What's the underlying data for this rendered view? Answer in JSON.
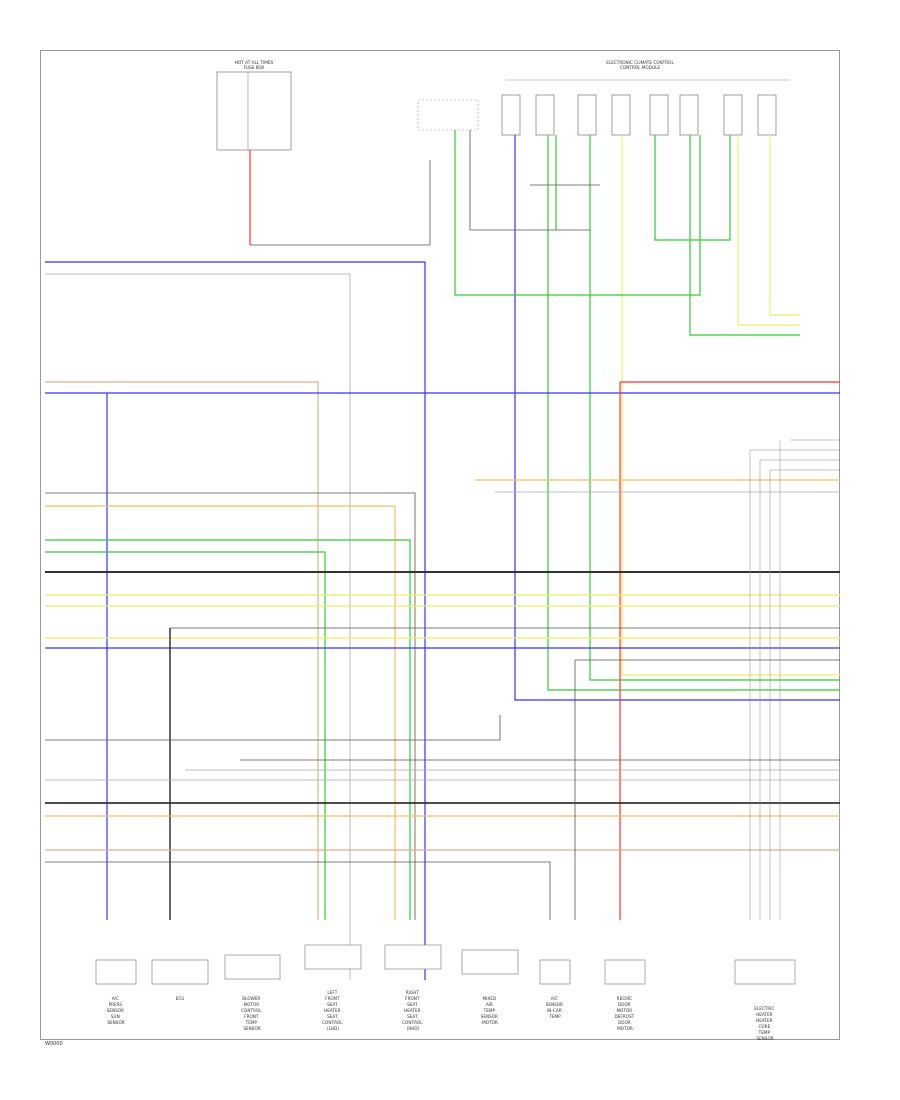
{
  "diagram": {
    "footer_code": "W0000",
    "colors": {
      "blue": "#3333ff",
      "green": "#33cc33",
      "yellow": "#eeee66",
      "orange": "#f0c060",
      "red": "#ff3333",
      "black": "#333333",
      "gray": "#aaaaaa",
      "tan": "#d9b38c"
    },
    "top_fuse_box": {
      "title": "HOT AT ALL TIMES",
      "subtitle": "FUSE BOX"
    },
    "top_right_module": {
      "title": "ELECTRONIC CLIMATE CONTROL",
      "subtitle": "CONTROL MODULE"
    },
    "bottom_components": [
      {
        "id": "c1",
        "caption": [
          "A/C",
          "PRESS",
          "SENSOR",
          "",
          "SUN",
          "SENSOR"
        ]
      },
      {
        "id": "c2",
        "caption": [
          "ECU"
        ]
      },
      {
        "id": "c3",
        "caption": [
          "BLOWER",
          "MOTOR",
          "CONTROL",
          "",
          "FRONT",
          "TEMP",
          "SENSOR"
        ]
      },
      {
        "id": "c4",
        "caption": [
          "LEFT",
          "FRONT",
          "SEAT",
          "HEATER",
          "",
          "SEAT",
          "CONTROL",
          "(LHD)"
        ]
      },
      {
        "id": "c5",
        "caption": [
          "RIGHT",
          "FRONT",
          "SEAT",
          "HEATER",
          "",
          "SEAT",
          "CONTROL",
          "(RHD)"
        ]
      },
      {
        "id": "c6",
        "caption": [
          "MIXED",
          "AIR",
          "TEMP",
          "",
          "SENSOR",
          "MOTOR"
        ]
      },
      {
        "id": "c7",
        "caption": [
          "A/C",
          "SENSOR",
          "",
          "IN-CAR",
          "TEMP"
        ]
      },
      {
        "id": "c8",
        "caption": [
          "RECIRC",
          "DOOR",
          "MOTOR",
          "",
          "DEFROST",
          "DOOR",
          "MOTOR"
        ]
      },
      {
        "id": "c9",
        "caption": [
          "ELECTRIC",
          "HEATER",
          "",
          "HEATER",
          "CORE",
          "TEMP",
          "SENSOR"
        ]
      }
    ]
  }
}
